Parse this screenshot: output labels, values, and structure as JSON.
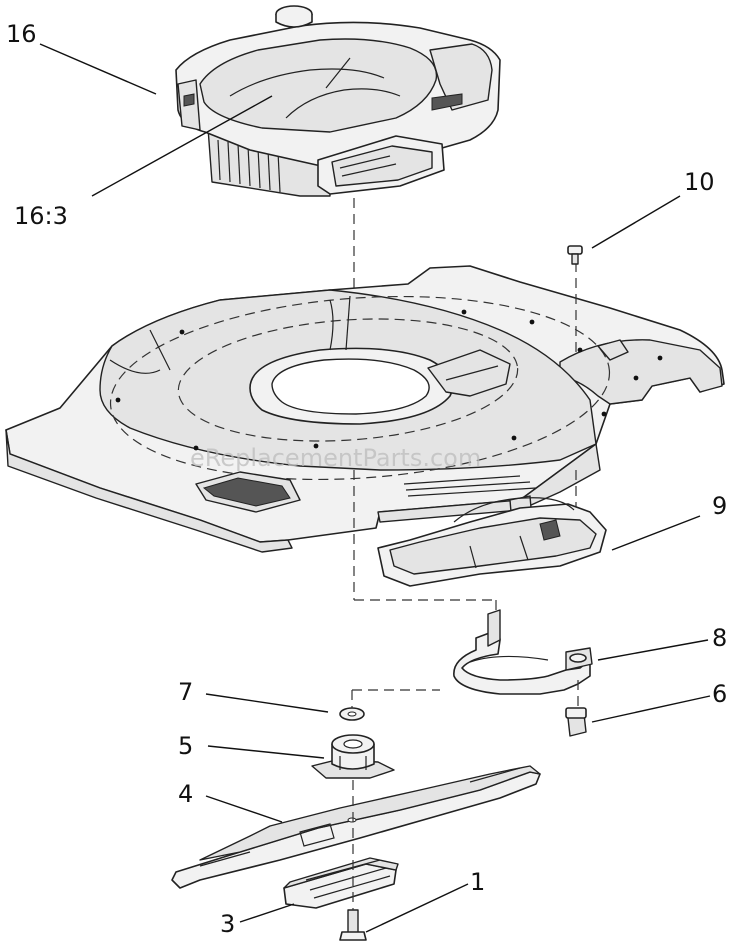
{
  "labels": [
    {
      "id": "16",
      "text": "16"
    },
    {
      "id": "16-3",
      "text": "16:3"
    },
    {
      "id": "10",
      "text": "10"
    },
    {
      "id": "9",
      "text": "9"
    },
    {
      "id": "8",
      "text": "8"
    },
    {
      "id": "7",
      "text": "7"
    },
    {
      "id": "6",
      "text": "6"
    },
    {
      "id": "5",
      "text": "5"
    },
    {
      "id": "4",
      "text": "4"
    },
    {
      "id": "3",
      "text": "3"
    },
    {
      "id": "1",
      "text": "1"
    }
  ],
  "watermark": "eReplacementParts.com"
}
